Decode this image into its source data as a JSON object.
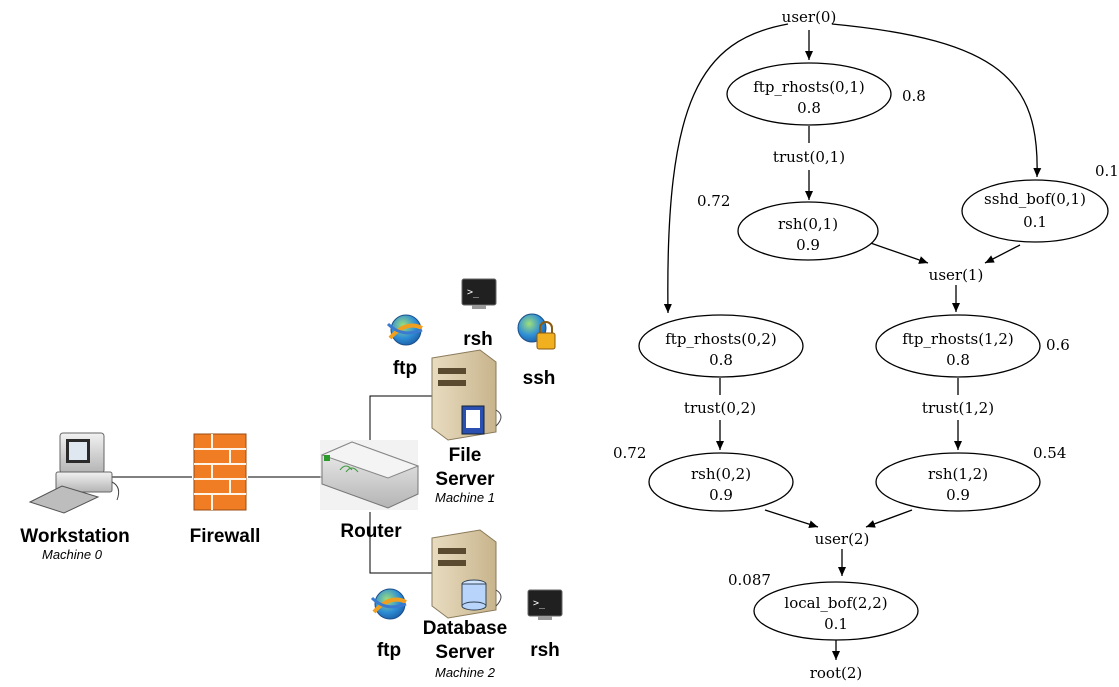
{
  "network": {
    "workstation": {
      "name": "Workstation",
      "sub": "Machine 0"
    },
    "firewall": {
      "name": "Firewall"
    },
    "router": {
      "name": "Router"
    },
    "file_server": {
      "name_line1": "File",
      "name_line2": "Server",
      "sub": "Machine 1"
    },
    "db_server": {
      "name_line1": "Database",
      "name_line2": "Server",
      "sub": "Machine 2"
    },
    "services": {
      "ftp1": "ftp",
      "rsh1": "rsh",
      "ssh1": "ssh",
      "ftp2": "ftp",
      "rsh2": "rsh"
    }
  },
  "graph": {
    "user0": "user(0)",
    "user1": "user(1)",
    "user2": "user(2)",
    "root2": "root(2)",
    "trust01": "trust(0,1)",
    "trust02": "trust(0,2)",
    "trust12": "trust(1,2)",
    "ftp01": {
      "label": "ftp_rhosts(0,1)",
      "p": "0.8",
      "side": "0.8"
    },
    "rsh01": {
      "label": "rsh(0,1)",
      "p": "0.9",
      "side": "0.72"
    },
    "sshd01": {
      "label": "sshd_bof(0,1)",
      "p": "0.1",
      "side": "0.1"
    },
    "ftp02": {
      "label": "ftp_rhosts(0,2)",
      "p": "0.8"
    },
    "ftp12": {
      "label": "ftp_rhosts(1,2)",
      "p": "0.8",
      "side": "0.6"
    },
    "rsh02": {
      "label": "rsh(0,2)",
      "p": "0.9",
      "side": "0.72"
    },
    "rsh12": {
      "label": "rsh(1,2)",
      "p": "0.9",
      "side": "0.54"
    },
    "lbof22": {
      "label": "local_bof(2,2)",
      "p": "0.1",
      "side": "0.087"
    }
  }
}
